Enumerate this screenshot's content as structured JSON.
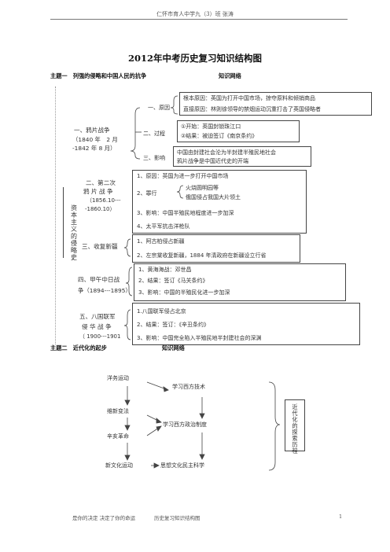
{
  "header": {
    "school_line": "仁怀市育人中学九（3）班 张涛"
  },
  "title": "2012年中考历史复习知识结构图",
  "topic1": {
    "heading": "主题一　列强的侵略和中国人民的抗争",
    "tag": "知识网络",
    "side_label": "资本主义的侵略史",
    "wars": [
      {
        "name": "一、鸦片战争",
        "dates": [
          "（1840 年　2 月",
          "-1842 年 8 月）"
        ],
        "branches": [
          {
            "label": "一、原因",
            "items": [
              "根本原因：英国为打开中国市场，掠夺原料和倾销商品",
              "直接原因：林则徐领导的禁烟运动沉重打击了英国侵略者"
            ]
          },
          {
            "label": "二、过程",
            "items": [
              "①开始：英国封锁珠江口",
              "②结果：被迫签订《南京条约》"
            ]
          },
          {
            "label": "三、影响",
            "items": [
              "中国由封建社会沦为半封建半殖民地社会",
              "鸦片战争是中国近代史的开端"
            ]
          }
        ]
      },
      {
        "name": "二、第二次",
        "name2": "鸦 片 战 争",
        "dates": [
          "（1856.10---",
          "-1860.10）"
        ],
        "items": [
          "1、原因：英国为进一步打开中国市场",
          "2、罪行",
          "3、影响：中国半殖民地程度进一步加深",
          "4、太平军抗击洋枪队"
        ],
        "crimes": [
          "火烧圆明园等",
          "俄国侵占我国大片领土"
        ]
      },
      {
        "name": "三、收复新疆",
        "items": [
          "1、阿古柏侵占新疆",
          "2、左宗棠收复新疆，1884 年清政府在新疆设立行省"
        ]
      },
      {
        "name": "四、甲午中日战",
        "name2": "争（1894---1895）",
        "items": [
          "1、黄海海战：邓世昌",
          "2、结果：签订《马关条约》",
          "3、影响：中国的半殖民化进一步加深"
        ]
      },
      {
        "name": "五、八国联军",
        "name2": "侵 华 战 争",
        "name3": "（ 1900---1901",
        "items": [
          "1.八国联军侵占北京",
          "2、结果：签订：《辛丑条约》",
          "3、影响：中国完全陷入半殖民地半封建社会的深渊"
        ]
      }
    ]
  },
  "topic2": {
    "heading": "主题二　近代化的起步",
    "tag": "知识网络",
    "left_nodes": [
      "洋务运动",
      "维新变法",
      "辛亥革命",
      "新文化运动"
    ],
    "right_nodes": [
      "学习西方技术",
      "学习西方政治制度",
      "思想文化民主科学"
    ],
    "side_label": "近代化的探索历程"
  },
  "footer": {
    "motto": "是你的决定 决定了你的命运",
    "doc_name": "历史复习知识结构图",
    "page": "1"
  }
}
